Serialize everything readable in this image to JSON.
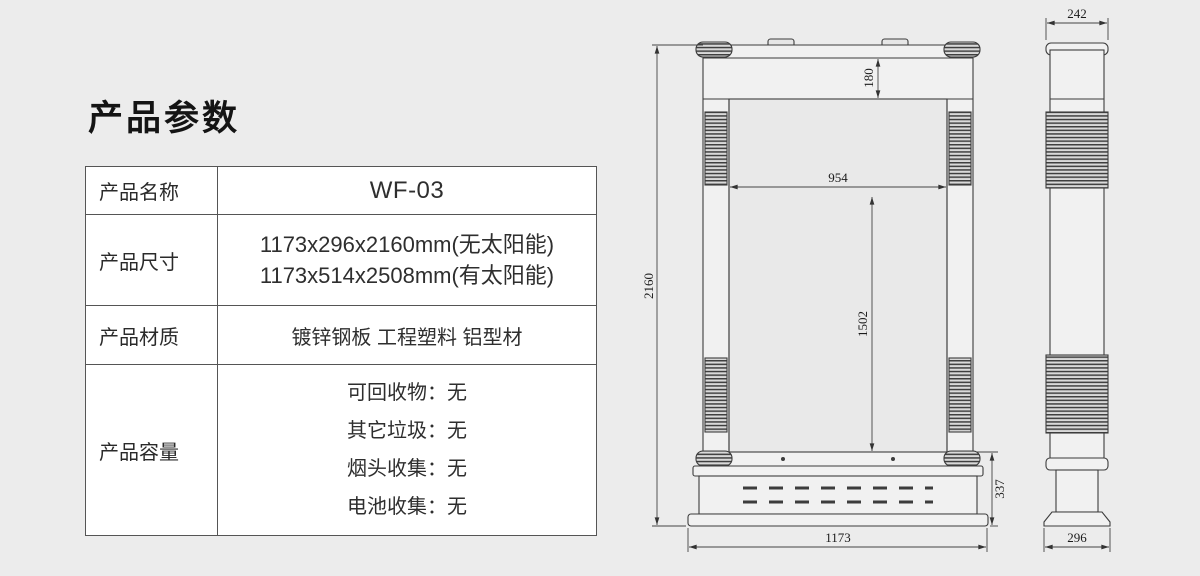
{
  "page": {
    "title": "产品参数"
  },
  "table": {
    "rows": [
      {
        "label": "产品名称",
        "lines": [
          "WF-03"
        ]
      },
      {
        "label": "产品尺寸",
        "lines": [
          "1173x296x2160mm(无太阳能)",
          "1173x514x2508mm(有太阳能)"
        ]
      },
      {
        "label": "产品材质",
        "lines": [
          "镀锌钢板 工程塑料 铝型材"
        ]
      },
      {
        "label": "产品容量",
        "lines": [
          "可回收物：无",
          "其它垃圾：无",
          "烟头收集：无",
          "电池收集：无"
        ]
      }
    ]
  },
  "drawing": {
    "front": {
      "total_height": "2160",
      "header_height": "180",
      "inner_width": "954",
      "inner_height": "1502",
      "base_height": "337",
      "total_width": "1173"
    },
    "side": {
      "top_width": "242",
      "base_width": "296"
    }
  }
}
